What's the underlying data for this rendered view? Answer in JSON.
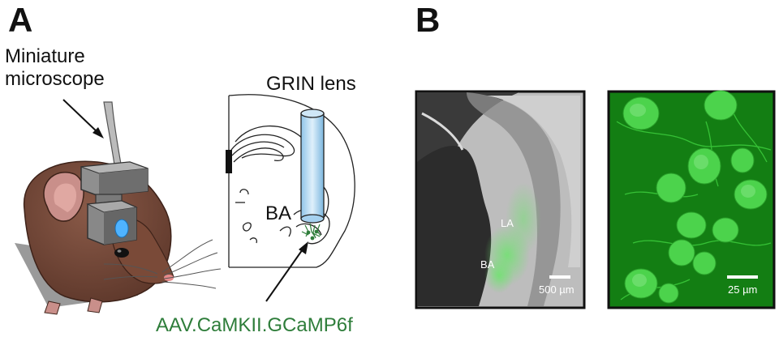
{
  "panel_a": {
    "letter": "A",
    "microscope_label_line1": "Miniature",
    "microscope_label_line2": "microscope",
    "grin_label": "GRIN lens",
    "ba_label": "BA",
    "virus_label": "AAV.CaMKII.GCaMP6f",
    "virus_color": "#2e7d3a"
  },
  "panel_b": {
    "letter": "B",
    "la_label": "LA",
    "ba_label": "BA",
    "scale_left": "500 µm",
    "scale_right": "25 µm",
    "fluorescence_color": "#38c238"
  }
}
